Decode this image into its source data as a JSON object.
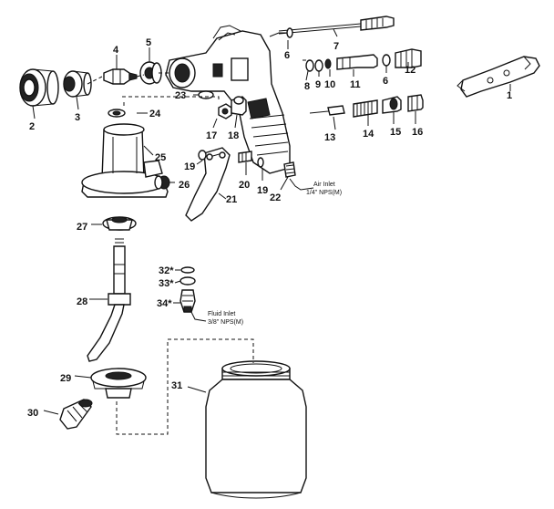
{
  "callouts": [
    {
      "id": "p1",
      "text": "1"
    },
    {
      "id": "p2",
      "text": "2"
    },
    {
      "id": "p3",
      "text": "3"
    },
    {
      "id": "p4",
      "text": "4"
    },
    {
      "id": "p5",
      "text": "5"
    },
    {
      "id": "p6a",
      "text": "6"
    },
    {
      "id": "p6b",
      "text": "6"
    },
    {
      "id": "p7",
      "text": "7"
    },
    {
      "id": "p8",
      "text": "8"
    },
    {
      "id": "p9",
      "text": "9"
    },
    {
      "id": "p10",
      "text": "10"
    },
    {
      "id": "p11",
      "text": "11"
    },
    {
      "id": "p12",
      "text": "12"
    },
    {
      "id": "p13",
      "text": "13"
    },
    {
      "id": "p14",
      "text": "14"
    },
    {
      "id": "p15",
      "text": "15"
    },
    {
      "id": "p16",
      "text": "16"
    },
    {
      "id": "p17",
      "text": "17"
    },
    {
      "id": "p18",
      "text": "18"
    },
    {
      "id": "p19a",
      "text": "19"
    },
    {
      "id": "p19b",
      "text": "19"
    },
    {
      "id": "p20",
      "text": "20"
    },
    {
      "id": "p21",
      "text": "21"
    },
    {
      "id": "p22",
      "text": "22"
    },
    {
      "id": "p23",
      "text": "23"
    },
    {
      "id": "p24",
      "text": "24"
    },
    {
      "id": "p25",
      "text": "25"
    },
    {
      "id": "p26",
      "text": "26"
    },
    {
      "id": "p27",
      "text": "27"
    },
    {
      "id": "p28",
      "text": "28"
    },
    {
      "id": "p29",
      "text": "29"
    },
    {
      "id": "p30",
      "text": "30"
    },
    {
      "id": "p31",
      "text": "31"
    },
    {
      "id": "p32",
      "text": "32*"
    },
    {
      "id": "p33",
      "text": "33*"
    },
    {
      "id": "p34",
      "text": "34*"
    }
  ],
  "notes": {
    "air_inlet_line1": "Air Inlet",
    "air_inlet_line2": "1/4\" NPS(M)",
    "fluid_inlet_line1": "Fluid Inlet",
    "fluid_inlet_line2": "3/8\" NPS(M)"
  }
}
